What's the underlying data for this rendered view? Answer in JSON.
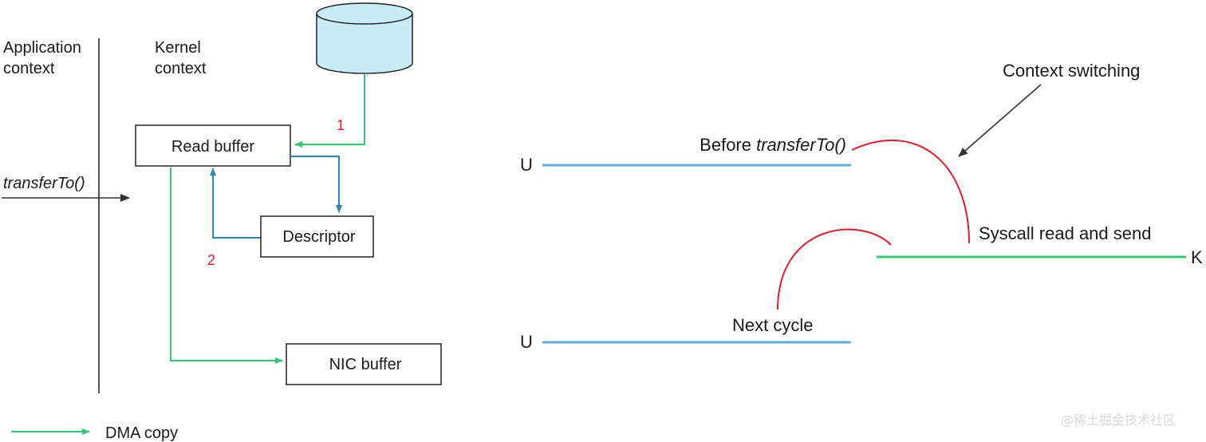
{
  "left": {
    "application_context": [
      "Application",
      "context"
    ],
    "kernel_context": [
      "Kernel",
      "context"
    ],
    "read_buffer": "Read buffer",
    "descriptor": "Descriptor",
    "nic_buffer": "NIC buffer",
    "transfer_call": "transferTo()",
    "step_1": "1",
    "step_2": "2",
    "legend_dma": "DMA copy"
  },
  "right": {
    "context_switching": "Context switching",
    "before_prefix": "Before ",
    "before_call": "transferTo()",
    "syscall": "Syscall read and send",
    "next_cycle": "Next cycle",
    "u_top": "U",
    "u_bottom": "U",
    "k": "K"
  },
  "watermark": "@稀土掘金技术社区",
  "colors": {
    "dma_green": "#2ecc71",
    "cpu_blue": "#2e86c1",
    "user_line_blue": "#5dade2",
    "switch_red": "#e8192c",
    "disk_fill": "#c8ecf7",
    "ink": "#1a1a1a"
  }
}
